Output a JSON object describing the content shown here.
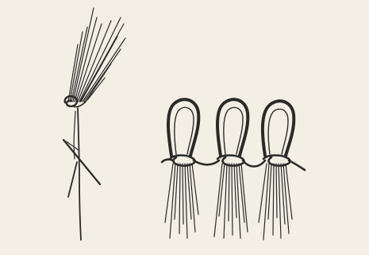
{
  "figure": {
    "ink_color": "#2a2a2a",
    "paper_color": "#f3efe4",
    "panels": [
      {
        "name": "single-bundle",
        "kind": "tied-bundle-with-crossed-stem"
      },
      {
        "name": "looped-bundles",
        "kind": "three-folded-loops-chained-by-cord",
        "loop_count": 3
      }
    ]
  }
}
